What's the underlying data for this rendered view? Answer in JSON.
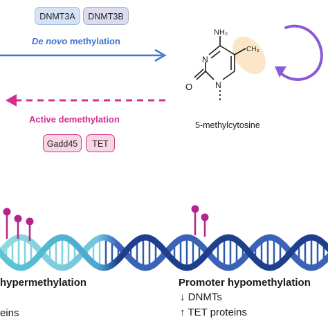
{
  "enzymes": {
    "dnmt3a": "DNMT3A",
    "dnmt3b": "DNMT3B",
    "gadd45": "Gadd45",
    "tet": "TET"
  },
  "methylation": {
    "de_novo_italic": "De novo",
    "de_novo_rest": "methylation",
    "active_demethylation": "Active demethylation"
  },
  "molecule": {
    "name": "5-methylcytosine",
    "atoms": {
      "nh2": "NH₂",
      "n_top": "N",
      "n_bottom": "N",
      "o": "O",
      "ch3": "CH₃"
    }
  },
  "bottom": {
    "left_title": "hypermethylation",
    "left_line": "eins",
    "right_title": "Promoter hypomethylation",
    "right_line1": "↓ DNMTs",
    "right_line2": "↑ TET proteins"
  },
  "colors": {
    "blue_arrow": "#3f74d4",
    "pink_arrow": "#d32f93",
    "purple_cycle": "#8b5ad6",
    "methyl_pin": "#b5248a",
    "helix_left": "#5cc7d4",
    "helix_right": "#1d3f8c"
  }
}
